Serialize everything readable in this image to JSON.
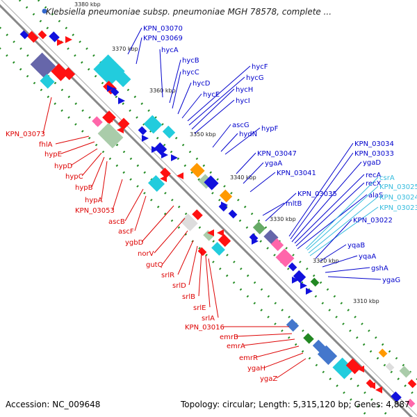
{
  "header": {
    "title": "Klebsiella pneumoniae subsp. pneumoniae MGH 78578, complete ...",
    "icon": "info-icon"
  },
  "footer": {
    "accession": "Accession: NC_009648",
    "summary": "Topology: circular; Length: 5,315,120 bp; Genes: 4,887"
  },
  "map": {
    "ticks": [
      "3380 kbp",
      "3370 kbp",
      "3360 kbp",
      "3350 kbp",
      "3340 kbp",
      "3330 kbp",
      "3320 kbp",
      "3310 kbp"
    ],
    "colors": {
      "forward_labels": "#0000cc",
      "reverse_labels": "#dd0000",
      "light_labels": "#33bbdd",
      "backbone": "#808080",
      "tick": "#228b22"
    },
    "labels_right": [
      "KPN_03070",
      "KPN_03069",
      "hycA",
      "hycB",
      "hycC",
      "hycD",
      "hycE",
      "hycF",
      "hycG",
      "hycH",
      "hycI",
      "ascG",
      "hydN",
      "hypF",
      "KPN_03047",
      "ygaA",
      "KPN_03041",
      "mltB",
      "KPN_03035",
      "KPN_03034",
      "KPN_03033",
      "ygaD",
      "recA",
      "recX",
      "alaS",
      "csrA",
      "KPN_03025",
      "KPN_03024",
      "KPN_03023",
      "KPN_03022",
      "yqaB",
      "yqaA",
      "gshA",
      "ygaG"
    ],
    "labels_left": [
      "KPN_03073",
      "fhlA",
      "hypE",
      "hypD",
      "hypC",
      "hypB",
      "hypA",
      "KPN_03053",
      "ascB",
      "ascF",
      "ygbD",
      "norV",
      "gutQ",
      "srlR",
      "srlD",
      "srlB",
      "srlE",
      "srlA",
      "KPN_03016",
      "emrB",
      "emrA",
      "emrR",
      "ygaH",
      "ygaZ"
    ]
  }
}
